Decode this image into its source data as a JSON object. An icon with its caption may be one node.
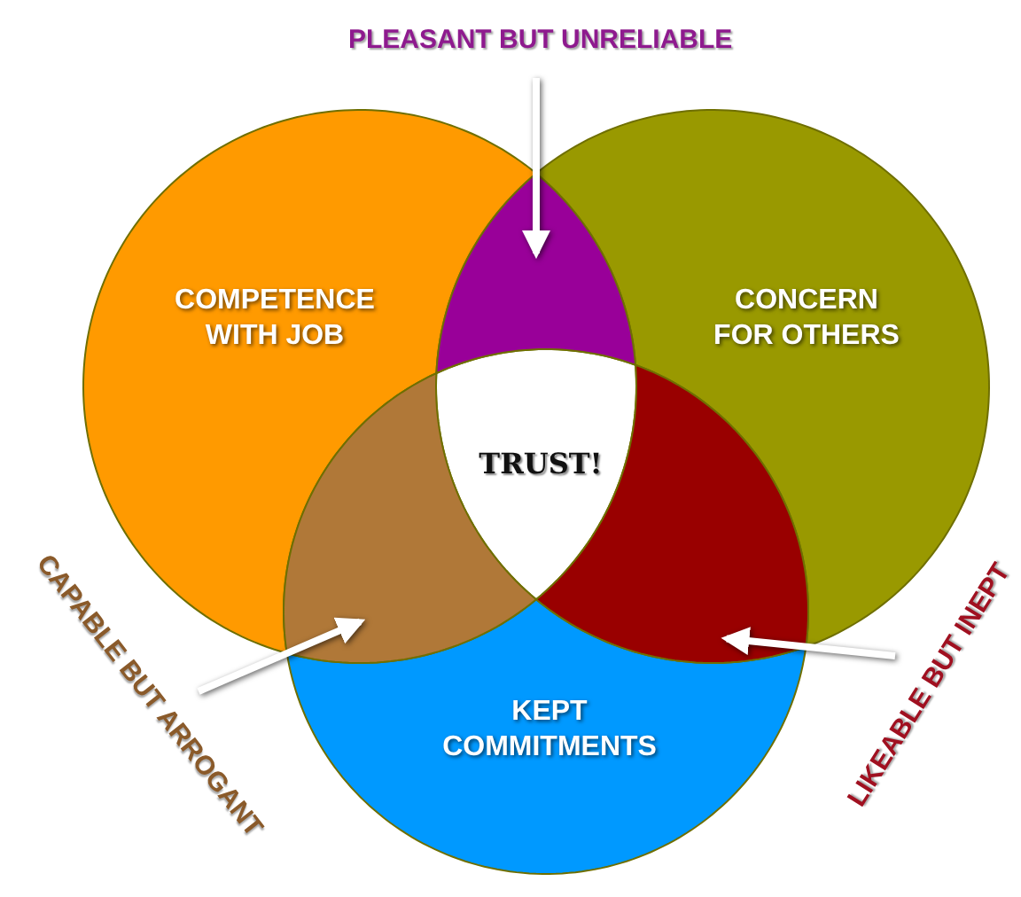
{
  "diagram": {
    "nodes": [
      {
        "text": [
          "COMPETENCE WITH JOB"
        ]
      },
      {
        "text": [
          "CONCERN FOR OTHERS"
        ]
      },
      {
        "text": [
          "KEPT COMMITMENTS"
        ]
      },
      {
        "text": [
          "TRUST!"
        ]
      },
      {
        "text": [],
        "shape": "region"
      },
      {
        "text": [],
        "shape": "region"
      },
      {
        "text": [],
        "shape": "region"
      },
      {
        "text": [
          "PLEASANT BUT UNRELIABLE"
        ]
      },
      {
        "text": [
          "CAPABLE BUT ARROGANT"
        ]
      },
      {
        "text": [
          "LIKEABLE BUT INEPT"
        ]
      }
    ],
    "edges": [
      {
        "from": 7,
        "to": 4,
        "arrow": "to"
      },
      {
        "from": 8,
        "to": 5,
        "arrow": "to"
      },
      {
        "from": 9,
        "to": 6,
        "arrow": "to"
      }
    ]
  }
}
